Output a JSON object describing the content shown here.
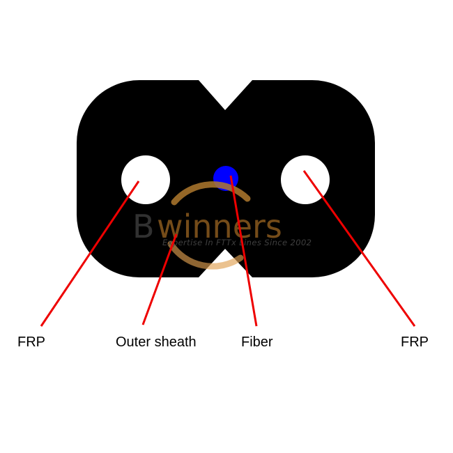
{
  "diagram": {
    "title": "Drop cable cross-section",
    "colors": {
      "sheath": "#000000",
      "frp": "#ffffff",
      "fiber": "#0000ff",
      "leader": "#ee0000",
      "background": "#ffffff"
    },
    "labels": [
      {
        "id": "frp-left",
        "text": "FRP"
      },
      {
        "id": "outer-sheath",
        "text": "Outer sheath"
      },
      {
        "id": "fiber",
        "text": "Fiber"
      },
      {
        "id": "frp-right",
        "text": "FRP"
      }
    ]
  },
  "watermark": {
    "brand_first_letter": "B",
    "brand_rest": "winners",
    "tagline": "Expertise In FTTx Lines Since 2002",
    "colors": {
      "first_letter": "#3a3a3a",
      "rest": "#8a5a1e",
      "ring": "#b07a2e",
      "tagline": "#4a4a4a"
    }
  }
}
